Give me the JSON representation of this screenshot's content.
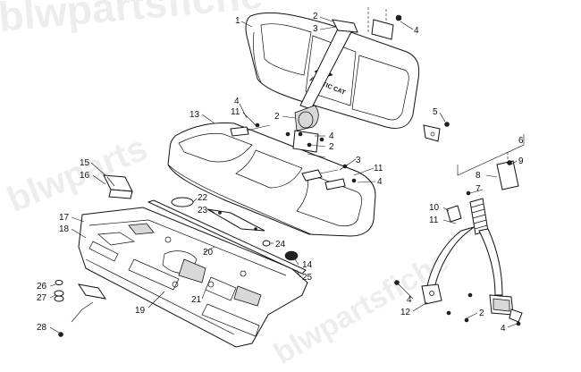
{
  "watermark": {
    "top": "blwpartsfiche",
    "middle": "blwparts",
    "bottom": "blwpartsfiche"
  },
  "seat_logo": "ARCTIC CAT",
  "callouts": [
    {
      "id": "c1",
      "text": "1"
    },
    {
      "id": "c2a",
      "text": "2"
    },
    {
      "id": "c3a",
      "text": "3"
    },
    {
      "id": "c4a",
      "text": "4"
    },
    {
      "id": "c5",
      "text": "5"
    },
    {
      "id": "c4b",
      "text": "4"
    },
    {
      "id": "c11a",
      "text": "11"
    },
    {
      "id": "c2b",
      "text": "2"
    },
    {
      "id": "c13",
      "text": "13"
    },
    {
      "id": "c4c",
      "text": "4"
    },
    {
      "id": "c2c",
      "text": "2"
    },
    {
      "id": "c3b",
      "text": "3"
    },
    {
      "id": "c11b",
      "text": "11"
    },
    {
      "id": "c4d",
      "text": "4"
    },
    {
      "id": "c15",
      "text": "15"
    },
    {
      "id": "c16",
      "text": "16"
    },
    {
      "id": "c22",
      "text": "22"
    },
    {
      "id": "c23",
      "text": "23"
    },
    {
      "id": "c17",
      "text": "17"
    },
    {
      "id": "c18",
      "text": "18"
    },
    {
      "id": "c24",
      "text": "24"
    },
    {
      "id": "c20",
      "text": "20"
    },
    {
      "id": "c14",
      "text": "14"
    },
    {
      "id": "c25",
      "text": "25"
    },
    {
      "id": "c26",
      "text": "26"
    },
    {
      "id": "c27",
      "text": "27"
    },
    {
      "id": "c21",
      "text": "21"
    },
    {
      "id": "c19",
      "text": "19"
    },
    {
      "id": "c28",
      "text": "28"
    },
    {
      "id": "c6",
      "text": "6"
    },
    {
      "id": "c9",
      "text": "9"
    },
    {
      "id": "c8",
      "text": "8"
    },
    {
      "id": "c7",
      "text": "7"
    },
    {
      "id": "c10",
      "text": "10"
    },
    {
      "id": "c11c",
      "text": "11"
    },
    {
      "id": "c4e",
      "text": "4"
    },
    {
      "id": "c12",
      "text": "12"
    },
    {
      "id": "c2d",
      "text": "2"
    },
    {
      "id": "c4f",
      "text": "4"
    }
  ]
}
